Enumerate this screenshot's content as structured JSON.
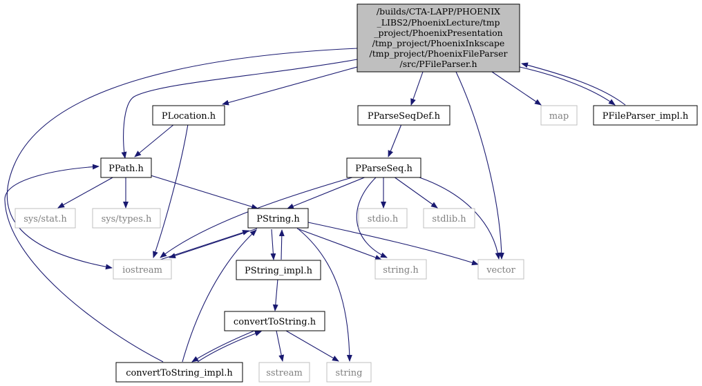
{
  "colors": {
    "edge": "#191970",
    "root_fill": "#bfbfbf",
    "node_border": "#000000",
    "external_border": "#bfbfbf",
    "external_text": "#7f7f7f",
    "node_text": "#000000"
  },
  "root": {
    "lines": [
      "/builds/CTA-LAPP/PHOENIX",
      "_LIBS2/PhoenixLecture/tmp",
      "_project/PhoenixPresentation",
      "/tmp_project/PhoenixInkscape",
      "/tmp_project/PhoenixFileParser",
      "/src/PFileParser.h"
    ]
  },
  "nodes": {
    "plocation": "PLocation.h",
    "pparseseqdef": "PParseSeqDef.h",
    "map": "map",
    "pfileparser_impl": "PFileParser_impl.h",
    "ppath": "PPath.h",
    "pparseseq": "PParseSeq.h",
    "sys_stat": "sys/stat.h",
    "sys_types": "sys/types.h",
    "pstring": "PString.h",
    "stdio": "stdio.h",
    "stdlib": "stdlib.h",
    "iostream": "iostream",
    "pstring_impl": "PString_impl.h",
    "string_h": "string.h",
    "vector": "vector",
    "converttostring": "convertToString.h",
    "converttostring_impl": "convertToString_impl.h",
    "sstream": "sstream",
    "string": "string"
  }
}
